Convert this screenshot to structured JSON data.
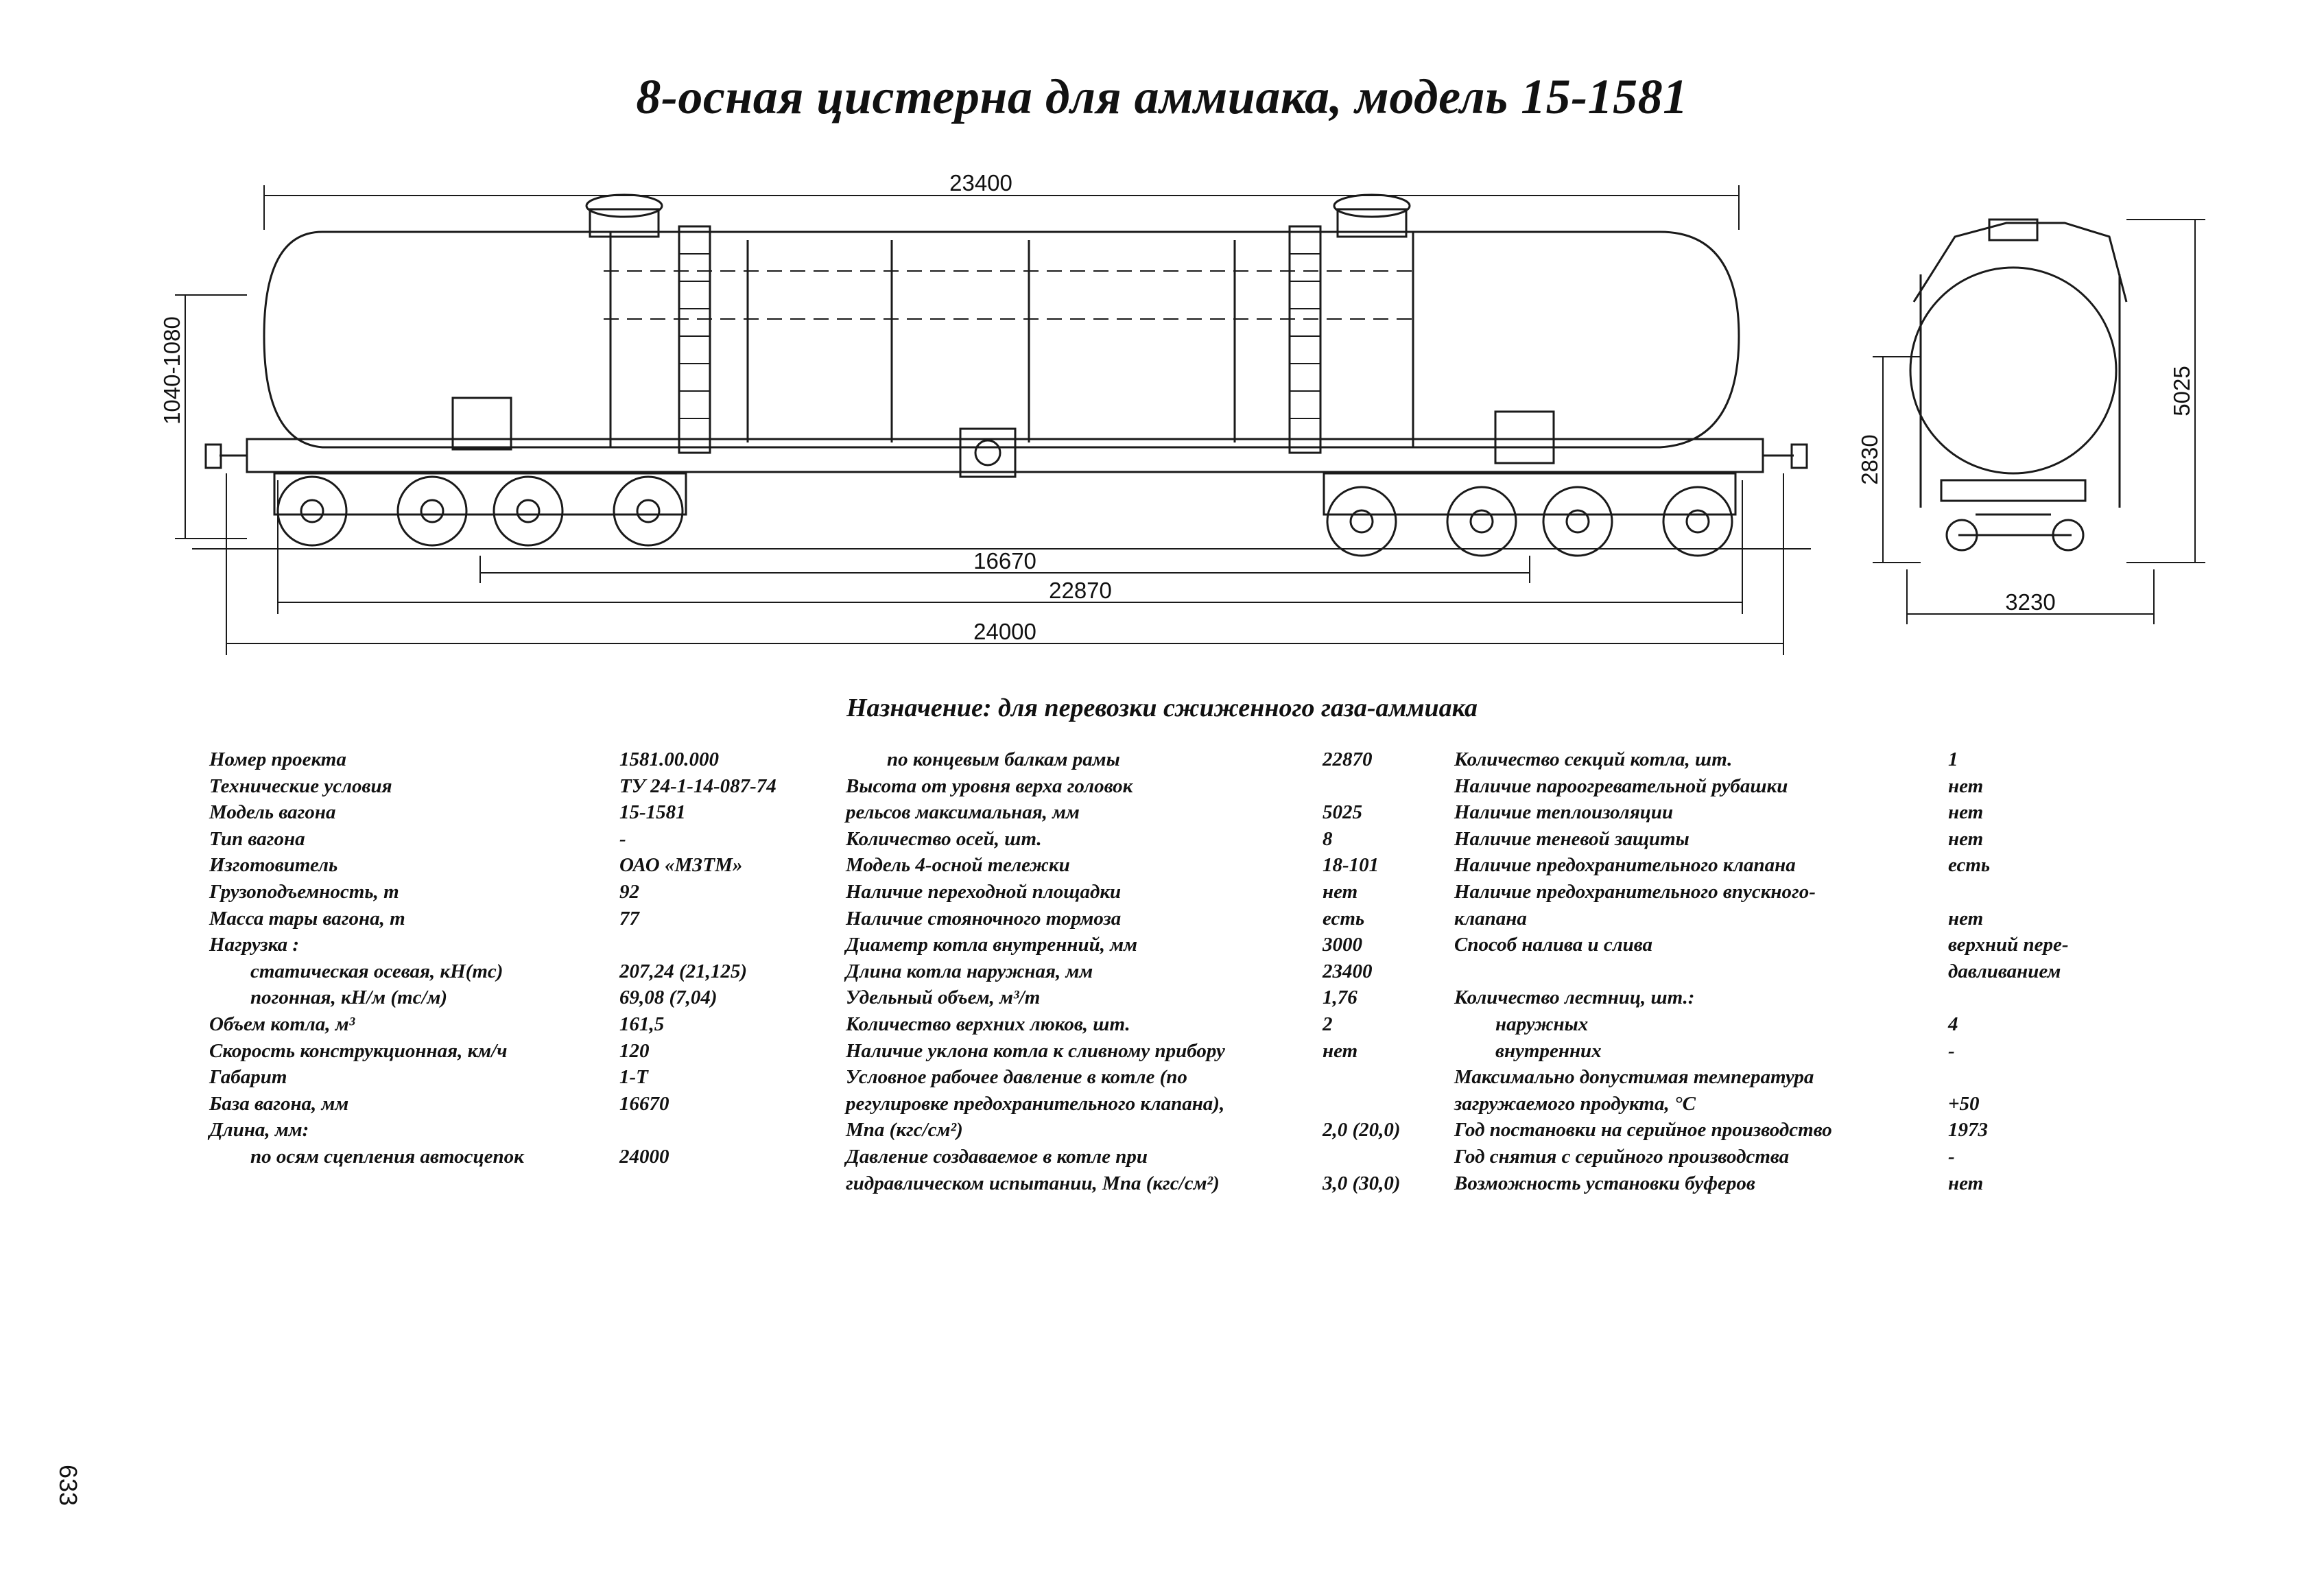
{
  "title": "8-осная цистерна для аммиака, модель 15-1581",
  "drawing": {
    "dimensions": {
      "overall_tank": "23400",
      "height_left": "1040-1080",
      "base": "16670",
      "frame_length": "22870",
      "coupler_length": "24000",
      "side_height": "2830",
      "total_height": "5025",
      "width": "3230"
    }
  },
  "purpose": "Назначение: для перевозки сжиженного газа-аммиака",
  "columns": {
    "col1": [
      {
        "label": "Номер проекта",
        "value": "1581.00.000"
      },
      {
        "label": "Технические условия",
        "value": "ТУ 24-1-14-087-74"
      },
      {
        "label": "Модель вагона",
        "value": "15-1581"
      },
      {
        "label": "Тип вагона",
        "value": "-"
      },
      {
        "label": "Изготовитель",
        "value": "ОАО «МЗТМ»"
      },
      {
        "label": "Грузоподъемность, т",
        "value": "92"
      },
      {
        "label": "Масса тары вагона, т",
        "value": "77"
      },
      {
        "label": "Нагрузка :",
        "value": ""
      },
      {
        "label": "статическая осевая, кН(тс)",
        "value": "207,24 (21,125)"
      },
      {
        "label": "погонная, кН/м (тс/м)",
        "value": "69,08 (7,04)"
      },
      {
        "label": "Объем котла, м³",
        "value": "161,5"
      },
      {
        "label": "Скорость конструкционная, км/ч",
        "value": "120"
      },
      {
        "label": "Габарит",
        "value": "1-Т"
      },
      {
        "label": "База вагона, мм",
        "value": "16670"
      },
      {
        "label": "Длина, мм:",
        "value": ""
      },
      {
        "label": "по осям сцепления автосцепок",
        "value": "24000"
      }
    ],
    "col2": [
      {
        "label": "по концевым балкам рамы",
        "value": "22870"
      },
      {
        "label": "Высота от уровня верха головок",
        "value": ""
      },
      {
        "label": "рельсов максимальная, мм",
        "value": "5025"
      },
      {
        "label": "Количество осей, шт.",
        "value": "8"
      },
      {
        "label": "Модель 4-осной тележки",
        "value": "18-101"
      },
      {
        "label": "Наличие переходной площадки",
        "value": "нет"
      },
      {
        "label": "Наличие стояночного тормоза",
        "value": "есть"
      },
      {
        "label": "Диаметр котла внутренний, мм",
        "value": "3000"
      },
      {
        "label": "Длина котла наружная, мм",
        "value": "23400"
      },
      {
        "label": "Удельный объем, м³/т",
        "value": "1,76"
      },
      {
        "label": "Количество верхних люков, шт.",
        "value": "2"
      },
      {
        "label": "Наличие уклона котла к сливному прибору",
        "value": "нет"
      },
      {
        "label": "Условное рабочее давление в котле (по",
        "value": ""
      },
      {
        "label": "регулировке предохранительного клапана),",
        "value": ""
      },
      {
        "label": "Мпа (кгс/см²)",
        "value": "2,0 (20,0)"
      },
      {
        "label": "Давление создаваемое в котле при",
        "value": ""
      },
      {
        "label": "гидравлическом испытании, Мпа (кгс/см²)",
        "value": "3,0 (30,0)"
      }
    ],
    "col3": [
      {
        "label": "Количество секций котла, шт.",
        "value": "1"
      },
      {
        "label": "Наличие пароогревательной рубашки",
        "value": "нет"
      },
      {
        "label": "Наличие теплоизоляции",
        "value": "нет"
      },
      {
        "label": "Наличие теневой защиты",
        "value": "нет"
      },
      {
        "label": "Наличие предохранительного клапана",
        "value": "есть"
      },
      {
        "label": "Наличие предохранительного впускного-",
        "value": ""
      },
      {
        "label": "клапана",
        "value": "нет"
      },
      {
        "label": "Способ налива и слива",
        "value": "верхний пере-"
      },
      {
        "label": "",
        "value": "давливанием"
      },
      {
        "label": "Количество лестниц, шт.:",
        "value": ""
      },
      {
        "label": "наружных",
        "value": "4"
      },
      {
        "label": "внутренних",
        "value": "-"
      },
      {
        "label": "Максимально допустимая температура",
        "value": ""
      },
      {
        "label": "загружаемого продукта, °С",
        "value": "+50"
      },
      {
        "label": "Год постановки на серийное производство",
        "value": "1973"
      },
      {
        "label": "Год снятия с серийного производства",
        "value": "-"
      },
      {
        "label": "Возможность установки буферов",
        "value": "нет"
      }
    ]
  },
  "page_number": "633"
}
